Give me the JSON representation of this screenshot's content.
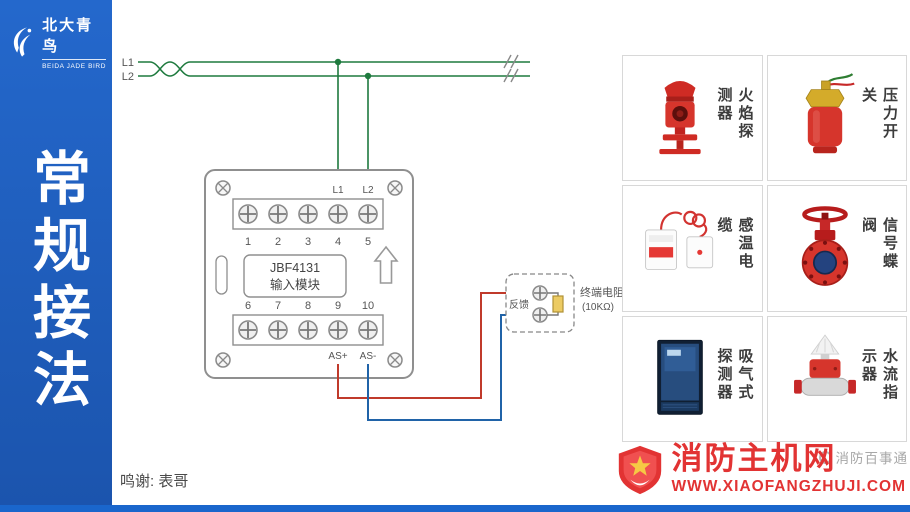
{
  "sidebar": {
    "brand_name": "北大青鸟",
    "brand_name_en": "BEIDA JADE BIRD",
    "vertical_title": "常规接法"
  },
  "diagram": {
    "bus": {
      "l1": "L1",
      "l2": "L2"
    },
    "module": {
      "model": "JBF4131",
      "type_label": "输入模块",
      "top_terminal_numbers": [
        "1",
        "2",
        "3",
        "4",
        "5"
      ],
      "top_labels": {
        "l1": "L1",
        "l2": "L2"
      },
      "bottom_terminal_numbers": [
        "6",
        "7",
        "8",
        "9",
        "10"
      ],
      "bottom_labels": {
        "as_plus": "AS+",
        "as_minus": "AS-"
      }
    },
    "feedback": {
      "label": "反馈",
      "resistor_name": "终端电阻",
      "resistor_value": "(10KΩ)"
    }
  },
  "products": [
    {
      "label": "火焰探测器",
      "icon": "flame-detector"
    },
    {
      "label": "压力开关",
      "icon": "pressure-switch"
    },
    {
      "label": "感温电缆",
      "icon": "heat-sensing-cable"
    },
    {
      "label": "信号蝶阀",
      "icon": "signal-butterfly-valve"
    },
    {
      "label": "吸气式探测器",
      "icon": "aspirating-detector"
    },
    {
      "label": "水流指示器",
      "icon": "water-flow-indicator"
    }
  ],
  "footer": {
    "credit": "鸣谢: 表哥",
    "watermark": "消防百事通",
    "site_name": "消防主机网",
    "site_url": "WWW.XIAOFANGZHUJI.COM"
  },
  "colors": {
    "sidebar_blue": "#1d5bb5",
    "wire_green": "#1e7a3e",
    "wire_red": "#c03a2b",
    "wire_blue": "#2063a8",
    "brand_red": "#e23333"
  }
}
